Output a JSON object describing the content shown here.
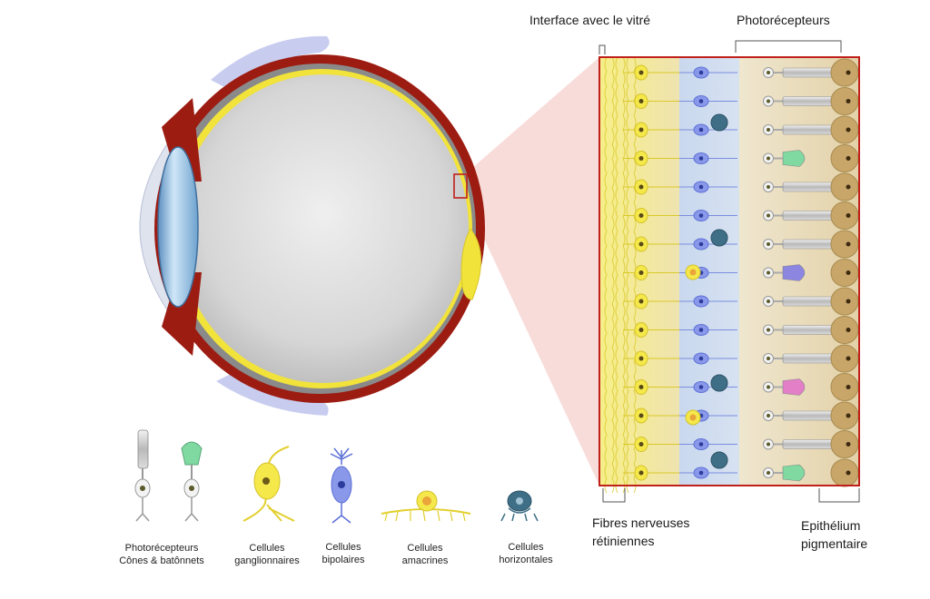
{
  "labels": {
    "vitreous_interface": "Interface avec le vitré",
    "photoreceptors": "Photorécepteurs",
    "nerve_fibers_line1": "Fibres nerveuses",
    "nerve_fibers_line2": "rétiniennes",
    "epithelium_line1": "Epithélium",
    "epithelium_line2": "pigmentaire"
  },
  "legend": [
    {
      "line1": "Photorécepteurs",
      "line2": "Cônes & batônnets",
      "icon": "photoreceptor-icon"
    },
    {
      "line1": "Cellules",
      "line2": "ganglionnaires",
      "icon": "ganglion-cell-icon"
    },
    {
      "line1": "Cellules",
      "line2": "bipolaires",
      "icon": "bipolar-cell-icon"
    },
    {
      "line1": "Cellules",
      "line2": "amacrines",
      "icon": "amacrine-cell-icon"
    },
    {
      "line1": "Cellules",
      "line2": "horizontales",
      "icon": "horizontal-cell-icon"
    }
  ],
  "colors": {
    "sclera_red": "#9c1c12",
    "retina_yellow": "#f2e33a",
    "vitreous_gray": "#d4d4d4",
    "lens_blue": "#7fb6e0",
    "cornea_lavender": "#c8cdf0",
    "zoom_pink": "#f7d6d4",
    "rpe_brown": "#c8a66a",
    "bipolar_blue": "#5b6fd6",
    "horizontal_teal": "#3e6f86",
    "cone_green": "#7fd9a0",
    "cone_blue": "#8c86e0",
    "cone_magenta": "#e27fc7"
  }
}
